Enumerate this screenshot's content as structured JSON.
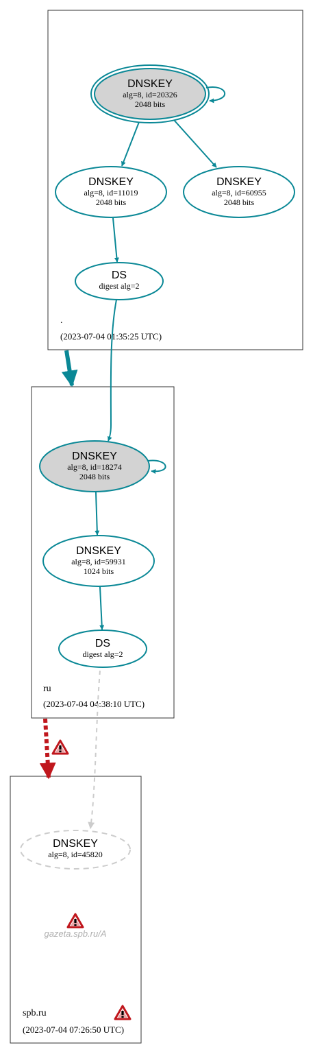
{
  "colors": {
    "edge": "#0a8896",
    "node_fill_ksk": "#d3d3d3",
    "warning_red": "#c0171d",
    "insecure_gray": "#cccccc",
    "zone_border": "#333333"
  },
  "zones": [
    {
      "id": "root",
      "name": ".",
      "timestamp": "(2023-07-04 01:35:25 UTC)"
    },
    {
      "id": "ru",
      "name": "ru",
      "timestamp": "(2023-07-04 04:38:10 UTC)"
    },
    {
      "id": "spb",
      "name": "spb.ru",
      "timestamp": "(2023-07-04 07:26:50 UTC)"
    }
  ],
  "nodes": {
    "root_ksk": {
      "title": "DNSKEY",
      "line1": "alg=8, id=20326",
      "line2": "2048 bits"
    },
    "root_zsk1": {
      "title": "DNSKEY",
      "line1": "alg=8, id=11019",
      "line2": "2048 bits"
    },
    "root_zsk2": {
      "title": "DNSKEY",
      "line1": "alg=8, id=60955",
      "line2": "2048 bits"
    },
    "root_ds": {
      "title": "DS",
      "line1": "digest alg=2"
    },
    "ru_ksk": {
      "title": "DNSKEY",
      "line1": "alg=8, id=18274",
      "line2": "2048 bits"
    },
    "ru_zsk": {
      "title": "DNSKEY",
      "line1": "alg=8, id=59931",
      "line2": "1024 bits"
    },
    "ru_ds": {
      "title": "DS",
      "line1": "digest alg=2"
    },
    "spb_key": {
      "title": "DNSKEY",
      "line1": "alg=8, id=45820"
    }
  },
  "rrset": {
    "label": "gazeta.spb.ru/A"
  },
  "icons": {
    "warning": "warning-triangle-icon"
  }
}
